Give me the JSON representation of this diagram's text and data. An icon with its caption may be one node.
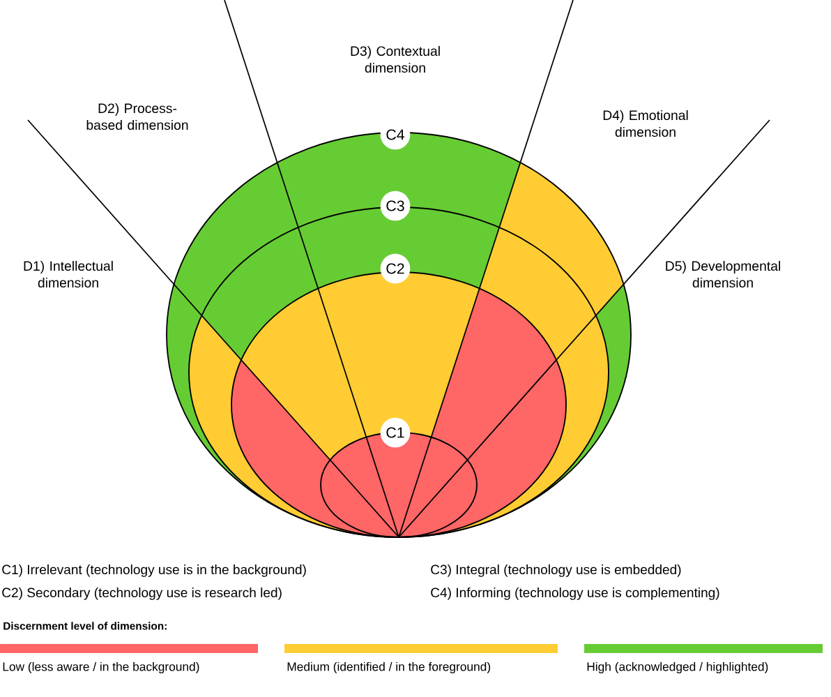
{
  "diagram": {
    "labels": [
      "D3) Contextual dimension",
      "D2) Process-based dimension",
      "D4) Emotional dimension",
      "C4",
      "D1) Intellectual dimension",
      "D5) Developmental dimension",
      "C3",
      "C2",
      "C1",
      "C1) Irrelevant (technology use is in the background)",
      "C3) Integral (technology use is embedded)",
      "C2) Secondary (technology use is research led)",
      "C4) Informing (technology use is complementing)",
      "Discernment level of dimension:"
    ],
    "legend": [
      {
        "text": "Low (less aware / in the background)",
        "color": "#ff6666"
      },
      {
        "text": "Medium (identified / in the foreground)",
        "color": "#ffcc33"
      },
      {
        "text": "High (acknowledged / highlighted)",
        "color": "#66cc33"
      }
    ]
  }
}
